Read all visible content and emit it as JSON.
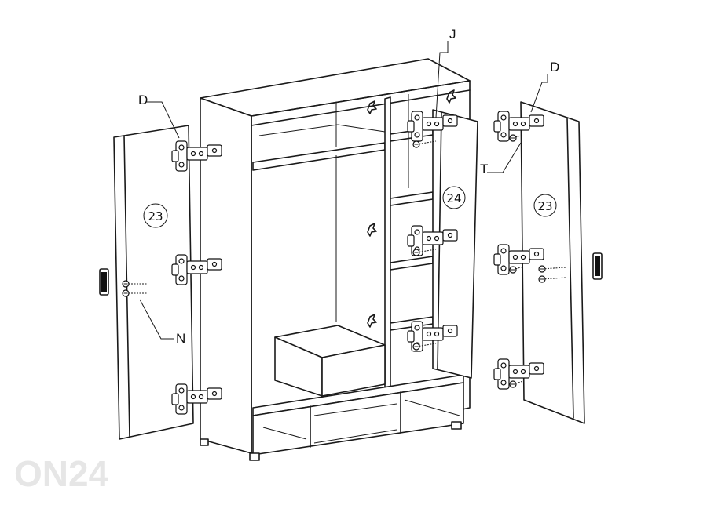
{
  "labels": {
    "d_left": "D",
    "d_right": "D",
    "j": "J",
    "t": "T",
    "n": "N"
  },
  "part_numbers": {
    "left_door": "23",
    "center_door": "24",
    "right_door": "23"
  },
  "watermark": "ON24"
}
